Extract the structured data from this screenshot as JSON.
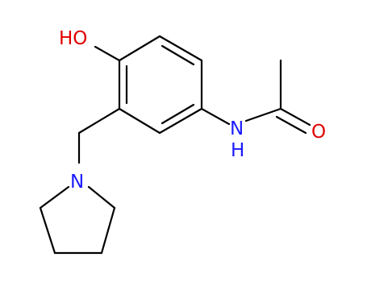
{
  "molecule": {
    "atoms": {
      "hydroxyl": {
        "label": "HO",
        "color": "#e00000"
      },
      "amide_nitrogen": {
        "label": "N",
        "sublabel": "H",
        "color": "#1a1aff"
      },
      "carbonyl_oxygen": {
        "label": "O",
        "color": "#e00000"
      },
      "pyrrolidine_nitrogen": {
        "label": "N",
        "color": "#1a1aff"
      }
    },
    "bond_color": "#000000"
  }
}
